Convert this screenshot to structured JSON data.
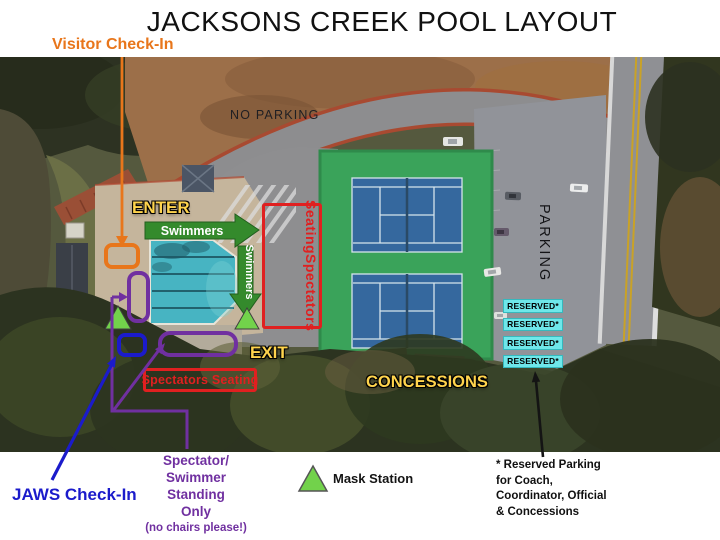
{
  "title": "JACKSONS CREEK POOL LAYOUT",
  "colors": {
    "orange": "#E8761B",
    "yellow": "#FFD44D",
    "red": "#E02020",
    "purple": "#7030A0",
    "blue": "#1B1BCB",
    "arrow_green": "#348A2C",
    "mask_green": "#72D24B",
    "reserved_cyan": "#6EE7EA"
  },
  "annotations": {
    "visitor_checkin": "Visitor Check-In",
    "no_parking": "NO PARKING",
    "enter": "ENTER",
    "exit": "EXIT",
    "swimmers_horizontal": "Swimmers",
    "swimmers_vertical": "Swimmers",
    "spectators_seating_vertical": {
      "line1": "Spectators",
      "line2": "Seating"
    },
    "spectators_seating_bottom": "Spectators Seating",
    "concessions": "CONCESSIONS",
    "parking": "PARKING",
    "reserved": [
      "RESERVED*",
      "RESERVED*",
      "RESERVED*",
      "RESERVED*"
    ]
  },
  "legend": {
    "jaws_checkin": "JAWS Check-In",
    "standing": {
      "line1": "Spectator/",
      "line2": "Swimmer",
      "line3": "Standing",
      "line4": "Only",
      "note": "(no chairs please!)"
    },
    "mask_station": "Mask Station",
    "reserved_note": {
      "line1": "* Reserved Parking",
      "line2": "for Coach,",
      "line3": "Coordinator, Official",
      "line4": "& Concessions"
    }
  }
}
